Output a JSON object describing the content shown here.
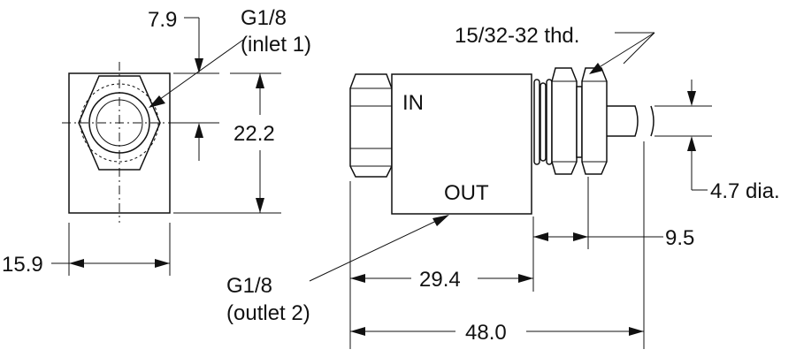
{
  "dimensions": {
    "port_offset": "7.9",
    "body_height": "22.2",
    "body_width": "15.9",
    "body_length": "29.4",
    "overall_length": "48.0",
    "thread_length": "9.5",
    "shaft_diameter": "4.7 dia."
  },
  "callouts": {
    "inlet_line1": "G1/8",
    "inlet_line2": "(inlet 1)",
    "outlet_line1": "G1/8",
    "outlet_line2": "(outlet 2)",
    "thread": "15/32-32 thd."
  },
  "body_labels": {
    "in": "IN",
    "out": "OUT"
  }
}
